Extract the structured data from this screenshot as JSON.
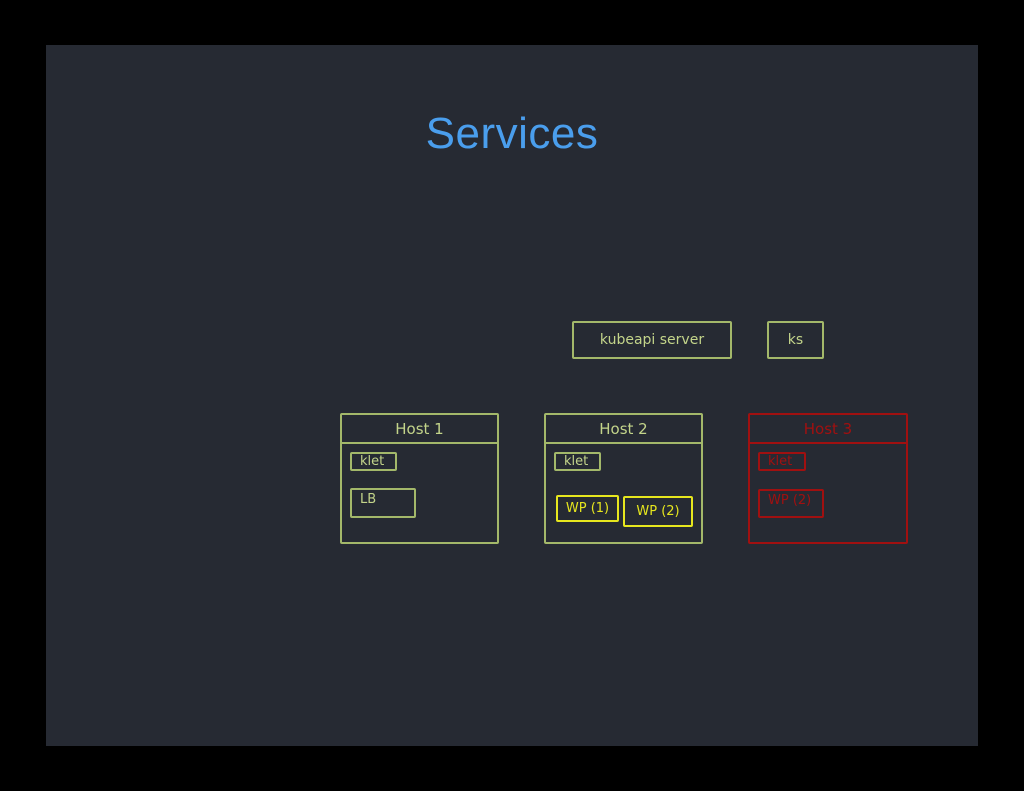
{
  "slide": {
    "title": "Services"
  },
  "control_plane": {
    "api_server": "kubeapi server",
    "ks": "ks"
  },
  "hosts": [
    {
      "name": "Host 1",
      "components": [
        "klet",
        "LB"
      ]
    },
    {
      "name": "Host 2",
      "components": [
        "klet",
        "WP (1)",
        "WP (2)"
      ]
    },
    {
      "name": "Host 3",
      "components": [
        "klet",
        "WP (2)"
      ]
    }
  ],
  "colors": {
    "background": "#262a33",
    "title": "#4a9eed",
    "sketch_green": "#a3b86a",
    "pod_yellow": "#e6e61e",
    "failed_red": "#a01010"
  }
}
